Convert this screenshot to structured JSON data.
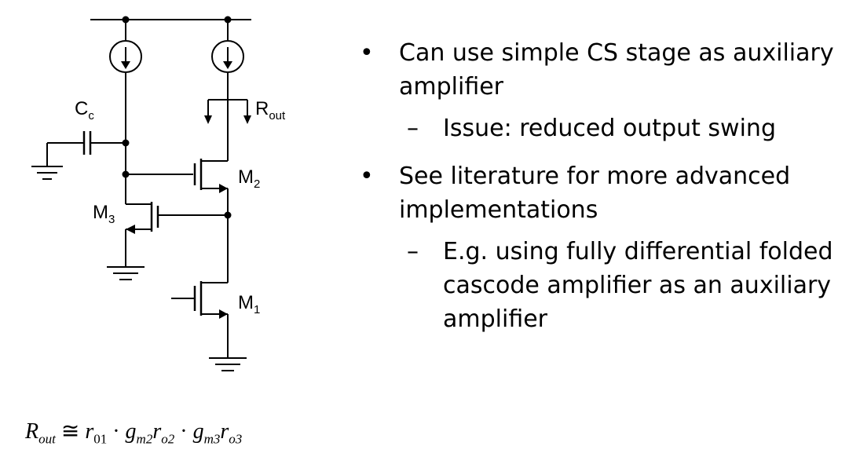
{
  "circuit": {
    "cc_label": "C",
    "cc_sub": "c",
    "rout_label": "R",
    "rout_sub": "out",
    "m1_label": "M",
    "m1_sub": "1",
    "m2_label": "M",
    "m2_sub": "2",
    "m3_label": "M",
    "m3_sub": "3"
  },
  "bullets": {
    "item1": {
      "marker": "•",
      "line1": "Can use simple CS stage as auxiliary",
      "line2": "amplifier",
      "sub": {
        "marker": "–",
        "line1": "Issue: reduced output swing"
      }
    },
    "item2": {
      "marker": "•",
      "line1": "See literature for more advanced",
      "line2": "implementations",
      "sub": {
        "marker": "–",
        "line1": "E.g. using fully differential folded",
        "line2": "cascode amplifier as an auxiliary",
        "line3": "amplifier"
      }
    }
  },
  "formula": {
    "lhs": "R",
    "lhs_sub": "out",
    "approx": "≅",
    "r": "r",
    "r_sub": "01",
    "dot": "·",
    "g": "g",
    "g2_sub": "m2",
    "ro": "r",
    "ro2_sub": "o2",
    "g3_sub": "m3",
    "ro3_sub": "o3"
  }
}
